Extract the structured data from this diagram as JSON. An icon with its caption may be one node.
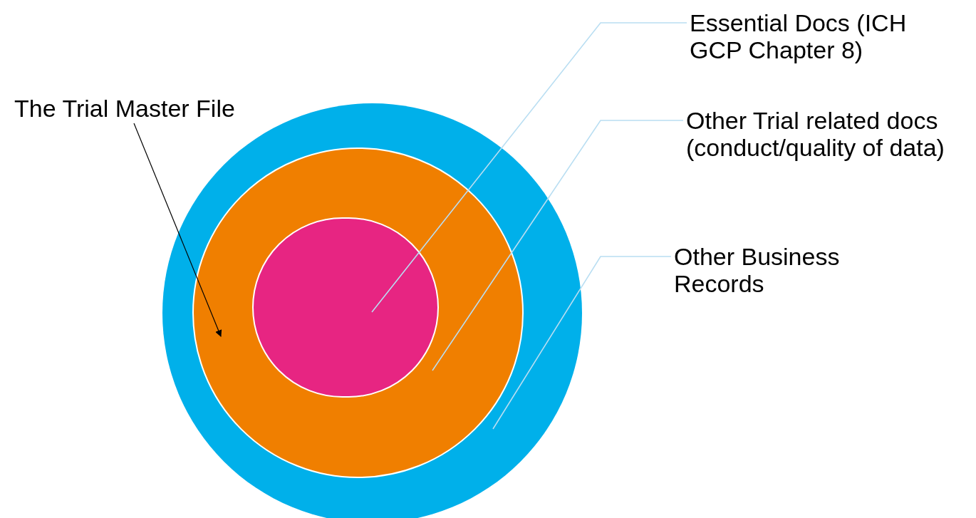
{
  "diagram": {
    "nodes": [
      {
        "text": [],
        "shape": "circle"
      },
      {
        "text": [],
        "shape": "circle",
        "in": 0
      },
      {
        "text": [],
        "shape": "circle",
        "in": 1
      },
      {
        "text": [
          "Essential Docs (ICH GCP Chapter 8)"
        ]
      },
      {
        "text": [
          "Other Trial related docs (conduct/quality of data)"
        ]
      },
      {
        "text": [
          "Other Business Records"
        ]
      },
      {
        "text": [
          "The Trial Master File"
        ]
      }
    ],
    "edges": [
      {
        "from": 3,
        "to": 2,
        "arrow": "none",
        "color": "#b9def2"
      },
      {
        "from": 4,
        "to": 1,
        "arrow": "none",
        "color": "#b9def2"
      },
      {
        "from": 5,
        "to": 0,
        "arrow": "none",
        "color": "#b9def2"
      },
      {
        "from": 6,
        "to": 1,
        "arrow": "to",
        "color": "#000000"
      }
    ]
  }
}
